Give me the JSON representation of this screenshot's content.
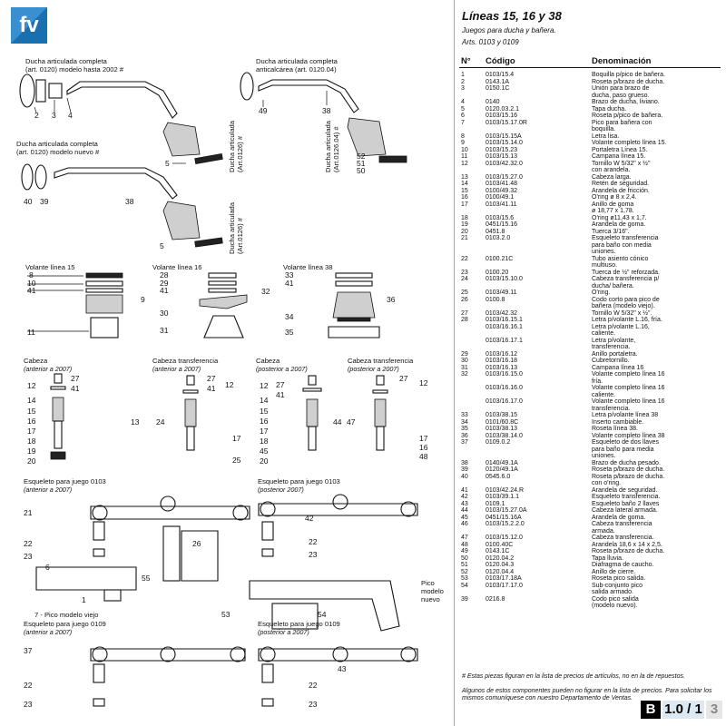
{
  "title": "Líneas 15, 16 y 38",
  "subtitle": "Juegos para ducha y bañera.",
  "arts": "Arts. 0103 y 0109",
  "table": {
    "col_no": "N°",
    "col_code": "Código",
    "col_desc": "Denominación",
    "rows": [
      [
        "1",
        "0103/15.4",
        "Boquilla p/pico de bañera."
      ],
      [
        "2",
        "0143.1A",
        "Roseta p/brazo de ducha."
      ],
      [
        "3",
        "0150.1C",
        "Unión para brazo de"
      ],
      [
        "",
        "",
        "ducha, paso grueso."
      ],
      [
        "4",
        "0140",
        "Brazo de ducha, liviano."
      ],
      [
        "5",
        "0120.03.2.1",
        "Tapa ducha."
      ],
      [
        "6",
        "0103/15.16",
        "   Roseta p/pico de bañera."
      ],
      [
        "7",
        "0103/15.17.0R",
        "Pico para bañera con"
      ],
      [
        "",
        "",
        "boquilla."
      ],
      [
        "8",
        "0103/15.15A",
        "Letra lisa."
      ],
      [
        "9",
        "0103/15.14.0",
        "Volante completo línea 15."
      ],
      [
        "10",
        "0103/15.23",
        "   Portaletra Línea 15."
      ],
      [
        "11",
        "0103/15.13",
        "   Campana línea 15."
      ],
      [
        "12",
        "0103/42.32.0",
        "Tornillo W 5/32\" x ½\""
      ],
      [
        "",
        "",
        "con arandela."
      ],
      [
        "13",
        "0103/15.27.0",
        "Cabeza larga."
      ],
      [
        "14",
        "0103/41.48",
        "   Retén de seguridad."
      ],
      [
        "15",
        "0100/49.32",
        "   Arandela de fricción."
      ],
      [
        "16",
        "0100/49.1",
        "O'ring ø 8 x 2,4."
      ],
      [
        "17",
        "0103/41.11",
        "   Anillo de goma"
      ],
      [
        "",
        "",
        "ø 18,77  x 1,78."
      ],
      [
        "18",
        "0103/15.6",
        "O'ring ø11,43 x 1,7."
      ],
      [
        "19",
        "0451/15.16",
        "   Arandela de goma."
      ],
      [
        "20",
        "0451.8",
        "Tuerca 3/16\"."
      ],
      [
        "21",
        "0103.2.0",
        "Esqueleto transferencia"
      ],
      [
        "",
        "",
        "para baño con media"
      ],
      [
        "",
        "",
        "uniones."
      ],
      [
        "22",
        "0100.21C",
        "Tubo asiento cónico"
      ],
      [
        "",
        "",
        "multiuso."
      ],
      [
        "23",
        "0100.20",
        "Tuerca de ½\" reforzada."
      ],
      [
        "24",
        "0103/15.10.0",
        "Cabeza transferencia p/"
      ],
      [
        "",
        "",
        "ducha/ bañera."
      ],
      [
        "25",
        "0103/49.11",
        "   O'ring."
      ],
      [
        "26",
        "0100.8",
        "Codo corto para pico de"
      ],
      [
        "",
        "",
        "bañera (modelo viejo)."
      ],
      [
        "27",
        "0103/42.32",
        "   Tornillo W 5/32\" x ½\"."
      ],
      [
        "28",
        "0103/16.15.1",
        "Letra p/volante L.16, fría."
      ],
      [
        "",
        "0103/16.16.1",
        "Letra p/volante L.16,"
      ],
      [
        "",
        "",
        "caliente."
      ],
      [
        "",
        "0103/16.17.1",
        "Letra p/volante,"
      ],
      [
        "",
        "",
        "transferencia."
      ],
      [
        "29",
        "0103/16.12",
        "   Anillo portaletra."
      ],
      [
        "30",
        "0103/16.18",
        "   Cubretornillo."
      ],
      [
        "31",
        "0103/16.13",
        "   Campana línea 16"
      ],
      [
        "32",
        "0103/16.15.0",
        "Volante completo línea 16"
      ],
      [
        "",
        "",
        "fría."
      ],
      [
        "",
        "0103/16.16.0",
        "Volante completo línea 16"
      ],
      [
        "",
        "",
        "caliente."
      ],
      [
        "",
        "0103/16.17.0",
        "Volante completo línea 16"
      ],
      [
        "",
        "",
        "transferencia."
      ],
      [
        "33",
        "0103/38.15",
        "   Letra p/volante línea 38"
      ],
      [
        "34",
        "0101/60.8C",
        "Inserto cambiable."
      ],
      [
        "35",
        "0103/38.13",
        "   Roseta línea 38."
      ],
      [
        "36",
        "0103/38.14.0",
        "Volante completo línea 38"
      ],
      [
        "37",
        "0109.0.2",
        "Esqueleto de dos llaves"
      ],
      [
        "",
        "",
        "para baño para media"
      ],
      [
        "",
        "",
        "uniones."
      ],
      [
        "38",
        "0140/49.1A",
        "Brazo de ducha pesado."
      ],
      [
        "39",
        "0120/49.1A",
        "Roseta p/brazo de ducha."
      ],
      [
        "40",
        "0545.6.0",
        "Roseta p/brazo de ducha."
      ],
      [
        "",
        "",
        "con o'ring."
      ],
      [
        "41",
        "0103/42.24.R",
        "   Arandela de seguridad."
      ],
      [
        "42",
        "0103/39.1.1",
        "Esqueleto transferencia."
      ],
      [
        "43",
        "0109.1",
        "Esqueleto baño 2 llaves"
      ],
      [
        "44",
        "0103/15.27.0A",
        "Cabeza lateral armada."
      ],
      [
        "45",
        "0451/15.16A",
        "Arandela de goma."
      ],
      [
        "46",
        "0103/15.2.2.0",
        "   Cabeza transferencia"
      ],
      [
        "",
        "",
        "armada."
      ],
      [
        "47",
        "0103/15.12.0",
        "Cabeza transferencia."
      ],
      [
        "48",
        "0100.40C",
        "Arandela 18,6 x 14 x 2,5."
      ],
      [
        "49",
        "0143.1C",
        "Roseta p/brazo de ducha."
      ],
      [
        "50",
        "0120.04.2",
        "Tapa lluvia."
      ],
      [
        "51",
        "0120.04.3",
        "Diafragma de caucho."
      ],
      [
        "52",
        "0120.04.4",
        "Anillo de cierre."
      ],
      [
        "53",
        "0103/17.18A",
        "Roseta pico salida."
      ],
      [
        "54",
        "0103/17.17.0",
        "Sub-conjunto pico"
      ],
      [
        "",
        "",
        "salida armado."
      ],
      [
        "39",
        "0216.8",
        "      Codo pico salida"
      ],
      [
        "",
        "",
        "(modelo nuevo)."
      ]
    ]
  },
  "note1": "# Estas piezas figuran en la lista de precios de artículos, no en la de repuestos.",
  "note2": "Algunos de estos componentes pueden no figurar en la lista de precios. Para solicitar los mismos comuníquese con nuestro Departamento de Ventas.",
  "pager": {
    "section": "B",
    "page": "1.0 / 1",
    "total": "3"
  },
  "logo_text": "fv",
  "diagram": {
    "sec_ducha1_a": "Ducha articulada completa",
    "sec_ducha1_b": "(art. 0120) modelo hasta 2002 #",
    "sec_ducha2_a": "Ducha articulada completa",
    "sec_ducha2_b": "anticalcárea (art. 0120.04)",
    "sec_ducha3_a": "Ducha articulada completa",
    "sec_ducha3_b": "(art. 0120) modelo nuevo #",
    "vert1": "Ducha articulada",
    "vert1b": "(Art.0126) #",
    "vert2": "Ducha articulada",
    "vert2b": "(Art.0126.04) #",
    "vert3": "Ducha articulada",
    "vert3b": "(Art.0126) #",
    "vol15": "Volante línea 15",
    "vol16": "Volante línea 16",
    "vol38": "Volante línea 38",
    "cab1": "Cabeza",
    "cab1b": "(anterior a 2007)",
    "cabt1": "Cabeza transferencia",
    "cabt1b": "(anterior a 2007)",
    "cab2": "Cabeza",
    "cab2b": "(posterior a 2007)",
    "cabt2": "Cabeza transferencia",
    "cabt2b": "(posterior a 2007)",
    "esq1": "Esqueleto para juego 0103",
    "esq1b": "(anterior a 2007)",
    "esq2": "Esqueleto para juego 0103",
    "esq2b": "(posterior 2007)",
    "esq3": "Esqueleto para juego 0109",
    "esq3b": "(anterior a 2007)",
    "esq4": "Esqueleto para juego 0109",
    "esq4b": "(posterior a 2007)",
    "pico_viejo": "7 - Pico modelo viejo",
    "pico_nuevo_a": "Pico",
    "pico_nuevo_b": "modelo",
    "pico_nuevo_c": "nuevo",
    "n": {
      "n1": "1",
      "n2": "2",
      "n3": "3",
      "n4": "4",
      "n5": "5",
      "n5b": "5",
      "n6": "6",
      "n8": "8",
      "n9": "9",
      "n10": "10",
      "n11": "11",
      "n12a": "12",
      "n12b": "12",
      "n12c": "12",
      "n12d": "12",
      "n13": "13",
      "n14a": "14",
      "n14b": "14",
      "n15a": "15",
      "n15b": "15",
      "n16a": "16",
      "n16b": "16",
      "n16c": "16",
      "n17a": "17",
      "n17b": "17",
      "n17c": "17",
      "n18a": "18",
      "n18b": "18",
      "n19": "19",
      "n20a": "20",
      "n20b": "20",
      "n21": "21",
      "n22a": "22",
      "n22b": "22",
      "n22c": "22",
      "n22d": "22",
      "n23a": "23",
      "n23b": "23",
      "n23c": "23",
      "n23d": "23",
      "n24": "24",
      "n25": "25",
      "n26": "26",
      "n27a": "27",
      "n27b": "27",
      "n27c": "27",
      "n27d": "27",
      "n28": "28",
      "n29": "29",
      "n30": "30",
      "n31": "31",
      "n32": "32",
      "n33": "33",
      "n34": "34",
      "n35": "35",
      "n36": "36",
      "n37": "37",
      "n38a": "38",
      "n38b": "38",
      "n39": "39",
      "n40": "40",
      "n41a": "41",
      "n41b": "41",
      "n41c": "41",
      "n41d": "41",
      "n41e": "41",
      "n41f": "41",
      "n42": "42",
      "n43": "43",
      "n44": "44",
      "n45": "45",
      "n47": "47",
      "n48": "48",
      "n49": "49",
      "n50": "50",
      "n51": "51",
      "n52": "52",
      "n53": "53",
      "n54": "54",
      "n55": "55"
    }
  }
}
